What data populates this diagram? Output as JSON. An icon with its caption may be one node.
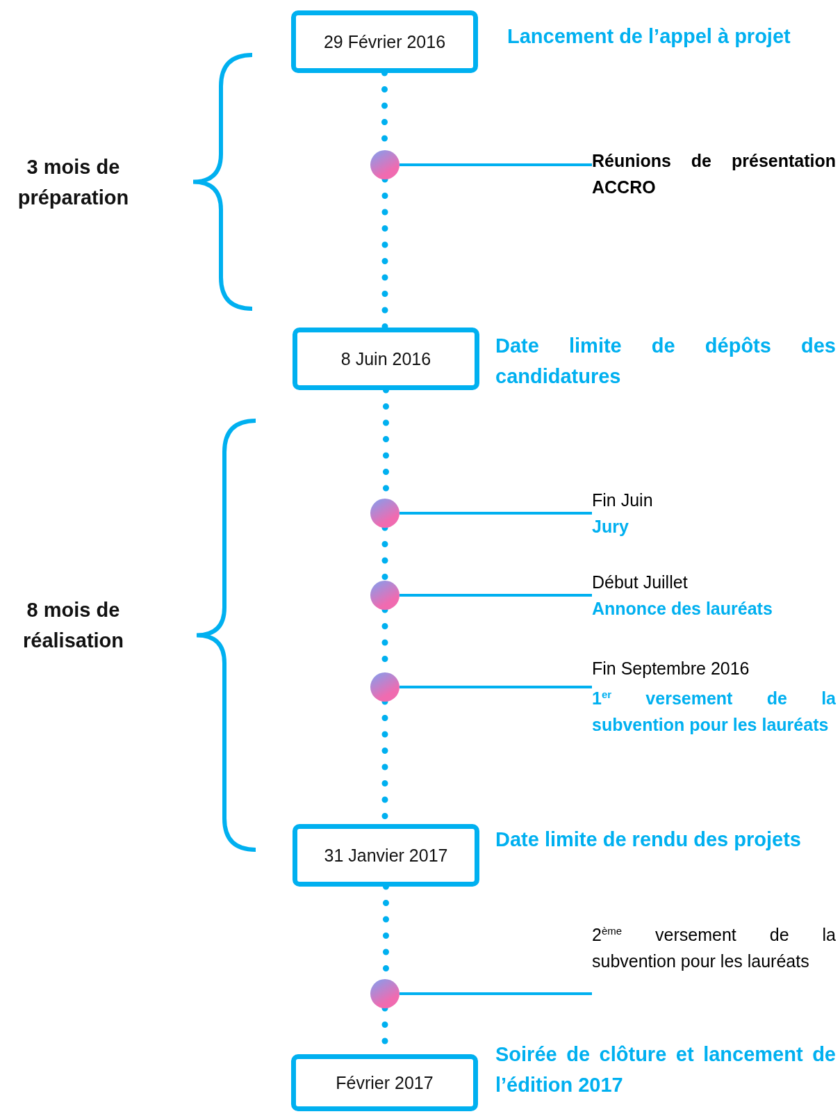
{
  "diagram": {
    "nodes": [
      {
        "text": [
          "29 Février 2016"
        ],
        "beside": [
          "Lancement de l’appel à projet"
        ]
      },
      {
        "text": [],
        "shape": "circle"
      },
      {
        "text": [
          "Réunions de présentation ACCRO"
        ]
      },
      {
        "text": [
          "8 Juin 2016"
        ],
        "beside": [
          "Date limite de dépôts des candidatures"
        ]
      },
      {
        "text": [],
        "shape": "circle"
      },
      {
        "text": [
          "Fin Juin",
          "Jury"
        ]
      },
      {
        "text": [],
        "shape": "circle"
      },
      {
        "text": [
          "Début Juillet",
          "Annonce des lauréats"
        ]
      },
      {
        "text": [],
        "shape": "circle"
      },
      {
        "text": [
          "Fin Septembre 2016",
          "1$^{er}$ versement de la subvention pour les lauréats"
        ]
      },
      {
        "text": [
          "31 Janvier 2017"
        ],
        "beside": [
          "Date limite de rendu des projets"
        ]
      },
      {
        "text": [],
        "shape": "circle"
      },
      {
        "text": [
          "2$^{ème}$ versement de la subvention pour les lauréats"
        ]
      },
      {
        "text": [
          "Février 2017"
        ],
        "beside": [
          "Soirée de clôture et lancement de l’édition 2017"
        ]
      }
    ],
    "edges": [
      {
        "from": 0,
        "to": 1,
        "arrow": "none",
        "style": "dashed"
      },
      {
        "from": 1,
        "to": 3,
        "arrow": "none",
        "style": "dashed"
      },
      {
        "from": 3,
        "to": 4,
        "arrow": "none",
        "style": "dashed"
      },
      {
        "from": 4,
        "to": 6,
        "arrow": "none",
        "style": "dashed"
      },
      {
        "from": 6,
        "to": 8,
        "arrow": "none",
        "style": "dashed"
      },
      {
        "from": 8,
        "to": 10,
        "arrow": "none",
        "style": "dashed"
      },
      {
        "from": 10,
        "to": 11,
        "arrow": "none",
        "style": "dashed"
      },
      {
        "from": 11,
        "to": 13,
        "arrow": "none",
        "style": "dashed"
      },
      {
        "from": 1,
        "to": 2,
        "arrow": "none"
      },
      {
        "from": 4,
        "to": 5,
        "arrow": "none"
      },
      {
        "from": 6,
        "to": 7,
        "arrow": "none"
      },
      {
        "from": 8,
        "to": 9,
        "arrow": "none"
      },
      {
        "from": 11,
        "to": 12,
        "arrow": "none"
      }
    ],
    "labels": [
      "3 mois de préparation",
      "8 mois de réalisation"
    ]
  }
}
